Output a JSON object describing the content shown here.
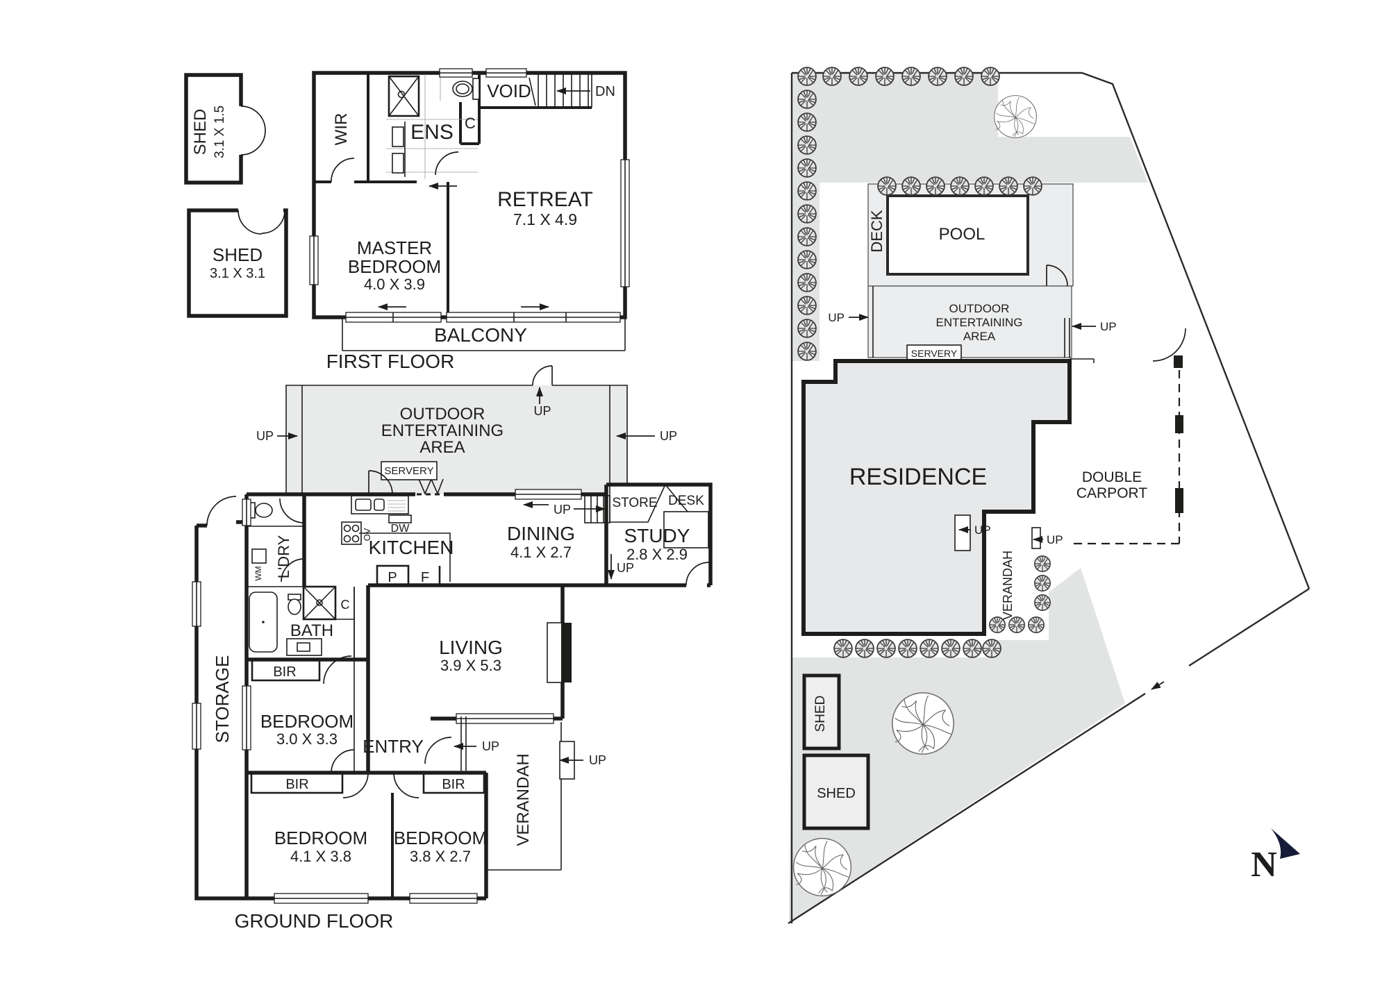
{
  "colors": {
    "wall": "#1d1d1b",
    "area_fill": "#e9eaea",
    "garden_fill": "#e2e4e4",
    "residence_fill": "#e7e8e9",
    "north": "#161b38"
  },
  "first_floor": {
    "title": "FIRST FLOOR",
    "shed_small_label": "SHED",
    "shed_small_dims": "3.1 X 1.5",
    "shed_big_label": "SHED",
    "shed_big_dims": "3.1 X 3.1",
    "wir": "WIR",
    "ens": "ENS",
    "closet": "C",
    "void": "VOID",
    "down": "DN",
    "retreat": "RETREAT",
    "retreat_dims": "7.1 X 4.9",
    "master_line1": "MASTER",
    "master_line2": "BEDROOM",
    "master_dims": "4.0 X 3.9",
    "balcony": "BALCONY"
  },
  "ground_floor": {
    "title": "GROUND FLOOR",
    "outdoor_line1": "OUTDOOR",
    "outdoor_line2": "ENTERTAINING",
    "outdoor_line3": "AREA",
    "servery": "SERVERY",
    "kitchen": "KITCHEN",
    "dishwasher": "DW",
    "oven": "OV",
    "pantry": "P",
    "fridge": "F",
    "dining": "DINING",
    "dining_dims": "4.1 X 2.7",
    "study": "STUDY",
    "study_dims": "2.8 X 2.9",
    "store": "STORE",
    "desk": "DESK",
    "living": "LIVING",
    "living_dims": "3.9 X 5.3",
    "laundry": "L'DRY",
    "washing_machine": "WM",
    "bath": "BATH",
    "closet": "C",
    "bir": "BIR",
    "storage": "STORAGE",
    "bedroom1": "BEDROOM",
    "bedroom1_dims": "3.0 X 3.3",
    "bedroom2": "BEDROOM",
    "bedroom2_dims": "4.1 X 3.8",
    "bedroom3": "BEDROOM",
    "bedroom3_dims": "3.8 X 2.7",
    "entry": "ENTRY",
    "verandah": "VERANDAH"
  },
  "site_plan": {
    "deck": "DECK",
    "pool": "POOL",
    "outdoor_line1": "OUTDOOR",
    "outdoor_line2": "ENTERTAINING",
    "outdoor_line3": "AREA",
    "servery": "SERVERY",
    "residence": "RESIDENCE",
    "carport_line1": "DOUBLE",
    "carport_line2": "CARPORT",
    "verandah": "VERANDAH",
    "shed_top": "SHED",
    "shed_bottom": "SHED",
    "north": "N"
  },
  "labels": {
    "up": "UP"
  }
}
